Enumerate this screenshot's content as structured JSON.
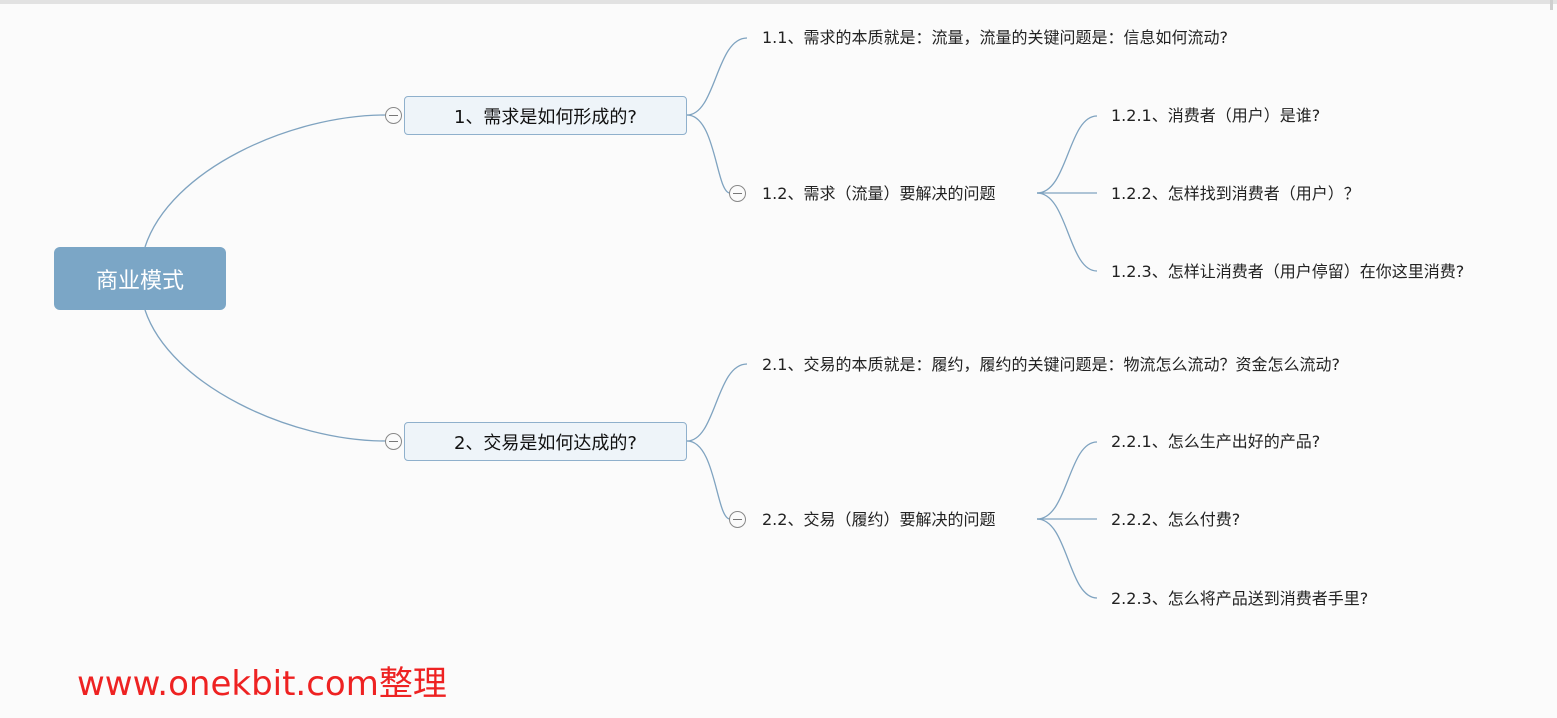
{
  "root": {
    "label": "商业模式"
  },
  "branches": [
    {
      "label": "1、需求是如何形成的?",
      "children": [
        {
          "label": "1.1、需求的本质就是：流量，流量的关键问题是：信息如何流动?"
        },
        {
          "label": "1.2、需求（流量）要解决的问题",
          "children": [
            {
              "label": "1.2.1、消费者（用户）是谁?"
            },
            {
              "label": "1.2.2、怎样找到消费者（用户）？"
            },
            {
              "label": "1.2.3、怎样让消费者（用户停留）在你这里消费?"
            }
          ]
        }
      ]
    },
    {
      "label": "2、交易是如何达成的?",
      "children": [
        {
          "label": "2.1、交易的本质就是：履约，履约的关键问题是：物流怎么流动？资金怎么流动?"
        },
        {
          "label": "2.2、交易（履约）要解决的问题",
          "children": [
            {
              "label": "2.2.1、怎么生产出好的产品?"
            },
            {
              "label": "2.2.2、怎么付费?"
            },
            {
              "label": "2.2.3、怎么将产品送到消费者手里?"
            }
          ]
        }
      ]
    }
  ],
  "watermark": "www.onekbit.com整理",
  "colors": {
    "line": "#7fa3c0",
    "root_fill": "#7ba6c6",
    "topic_fill": "#eef4f9",
    "watermark": "#ee2222"
  }
}
